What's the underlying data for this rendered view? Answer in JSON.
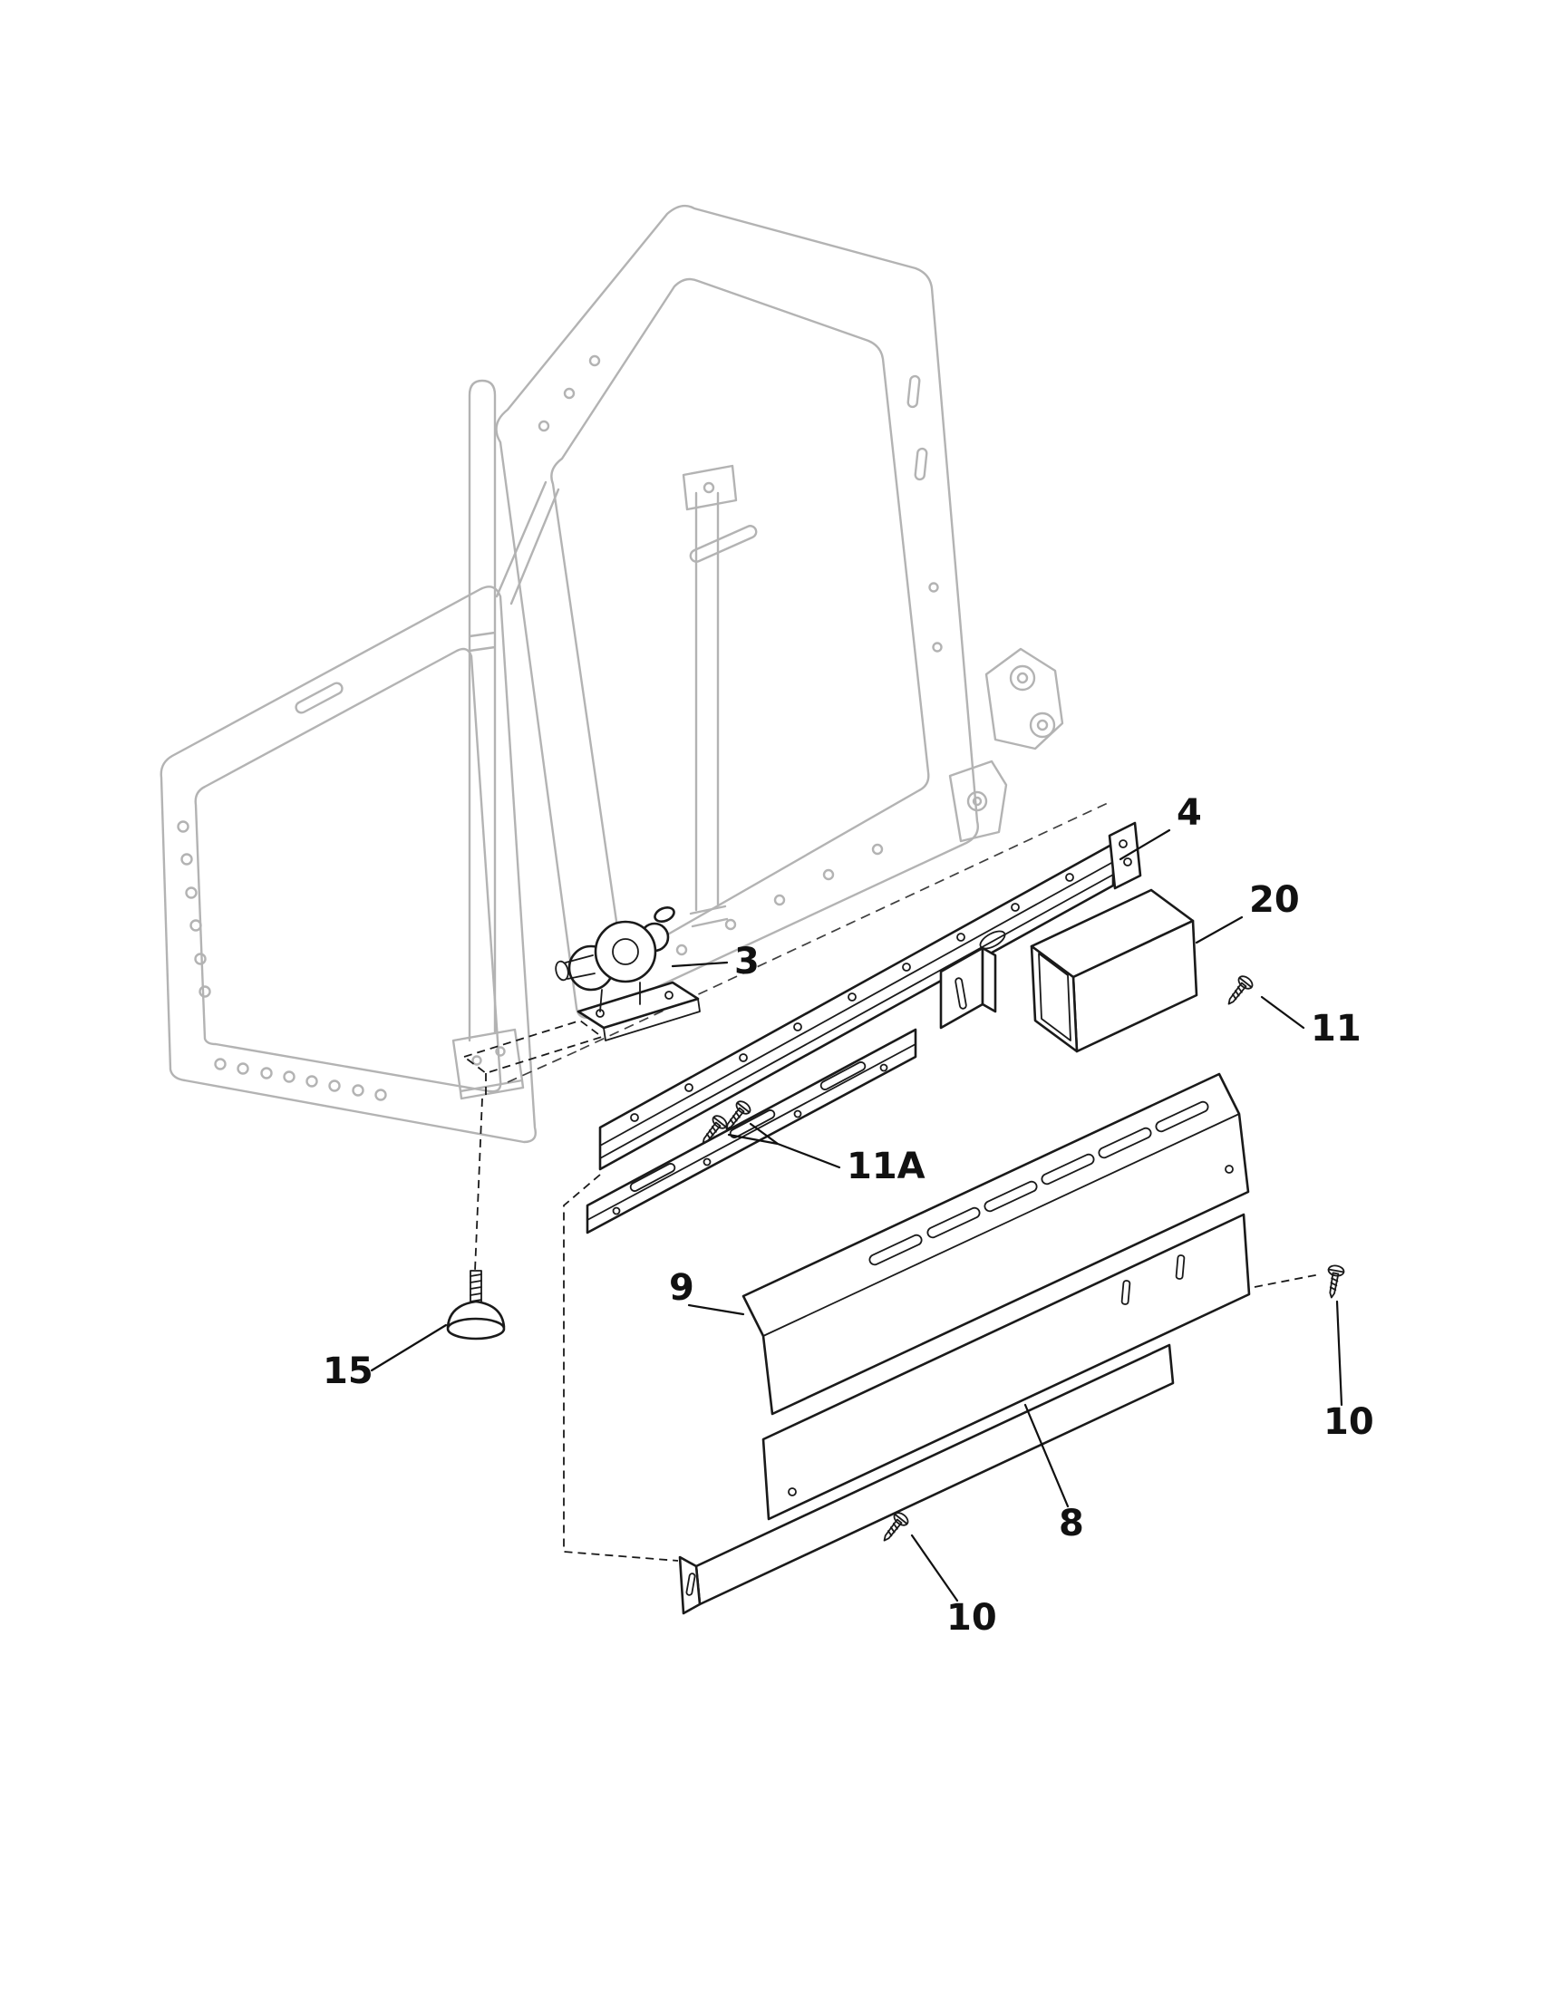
{
  "diagram": {
    "type": "exploded-parts-diagram",
    "colors": {
      "background": "#ffffff",
      "part_lines": "#1a1a1a",
      "frame_lines": "#b3b3b3"
    },
    "callouts": {
      "part_3": "3",
      "part_4": "4",
      "part_8": "8",
      "part_9": "9",
      "part_10_right": "10",
      "part_10_bottom": "10",
      "part_11": "11",
      "part_11a": "11A",
      "part_15": "15",
      "part_20": "20"
    }
  }
}
